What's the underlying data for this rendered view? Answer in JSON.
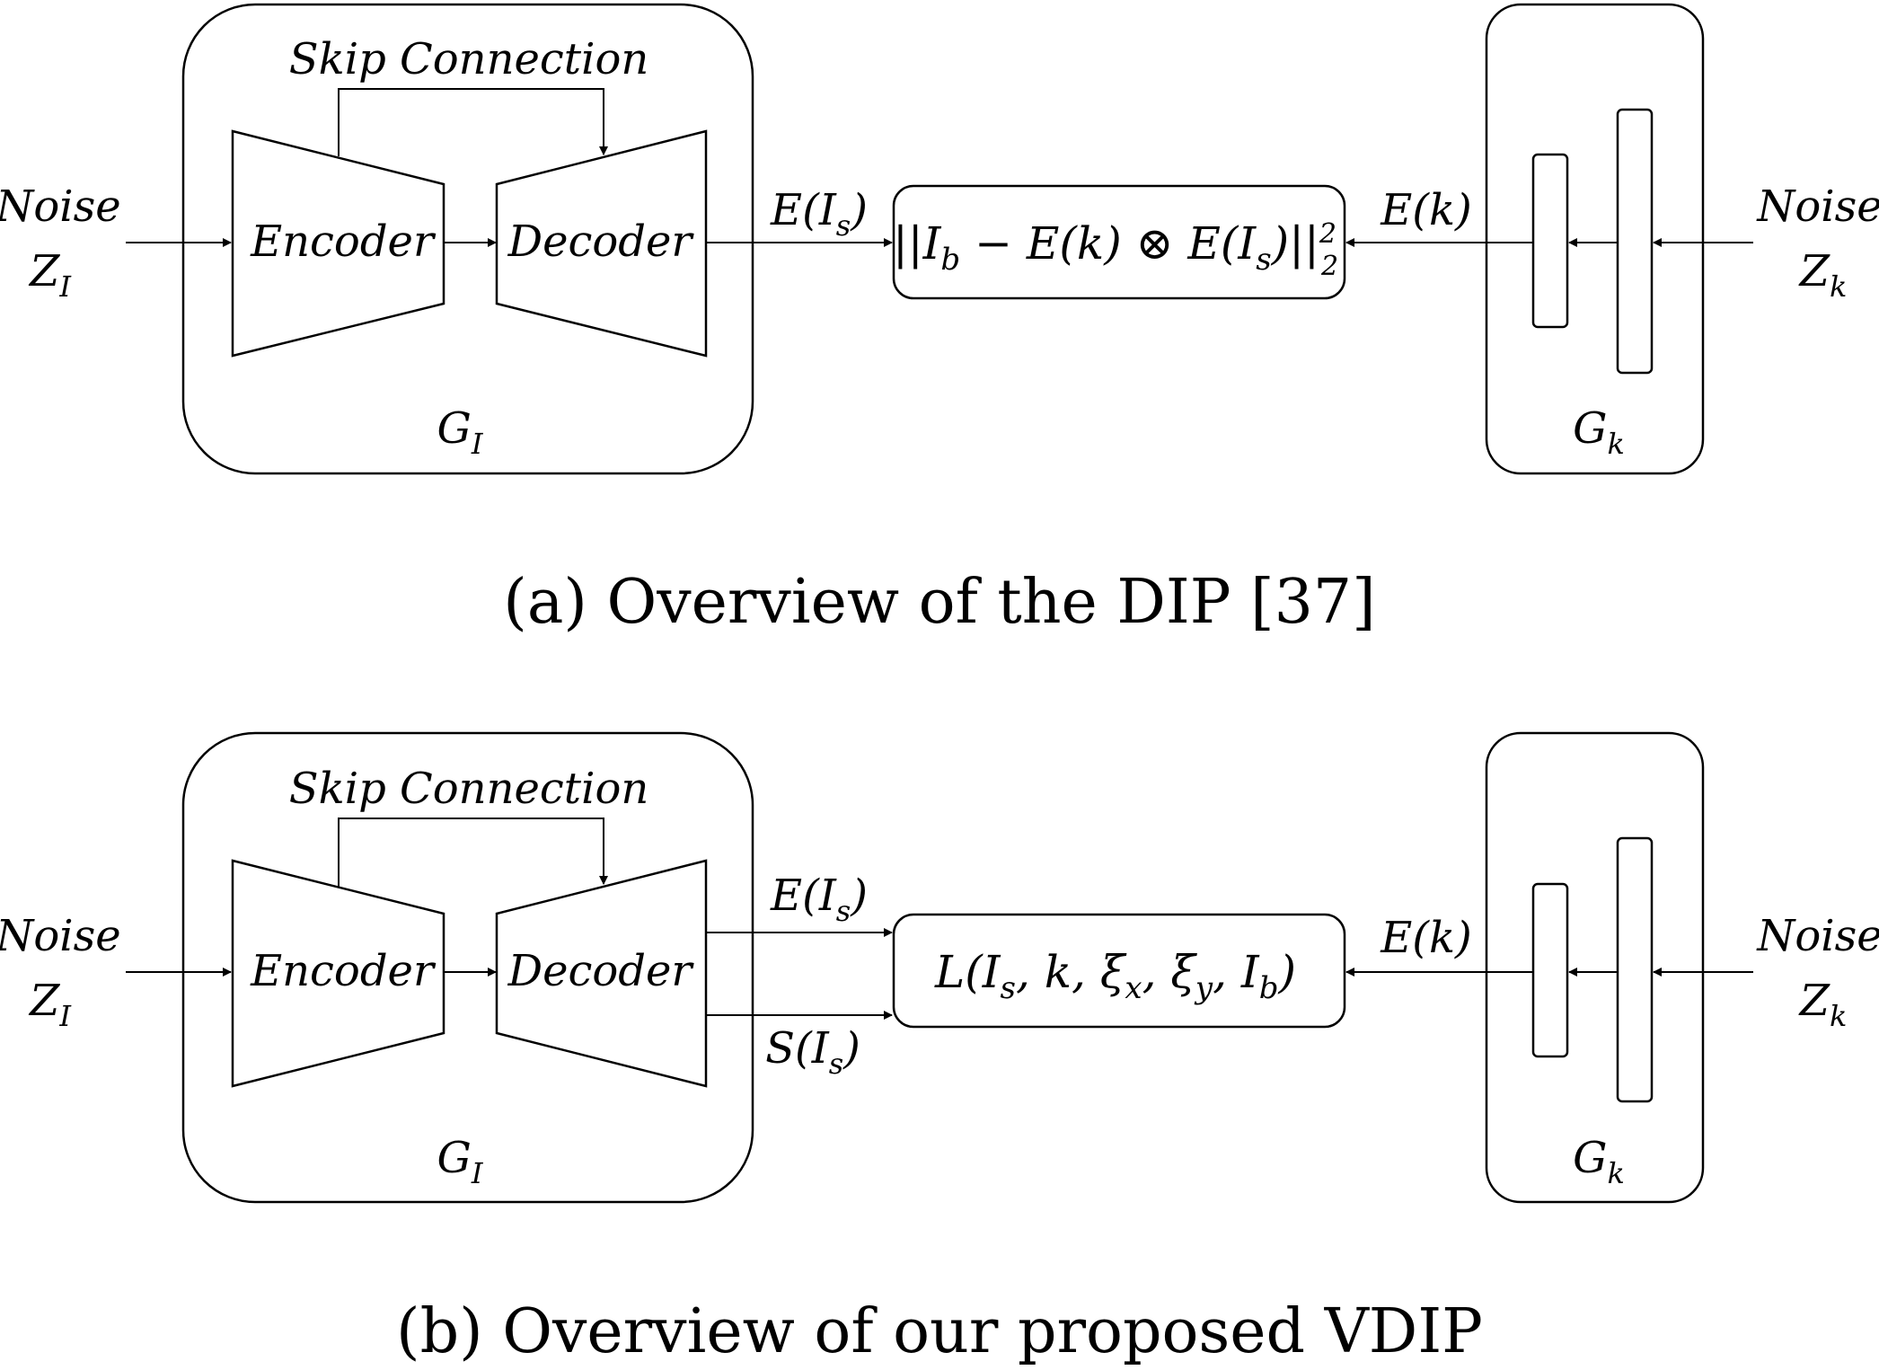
{
  "panel_a": {
    "noise_left": [
      "Noise",
      "Z",
      "I"
    ],
    "skip": "Skip Connection",
    "encoder": "Encoder",
    "decoder": "Decoder",
    "gen_image": [
      "G",
      "I"
    ],
    "out_label": [
      "E(",
      "I",
      "s",
      ")"
    ],
    "loss_parts": [
      "||",
      "I",
      "b",
      " − ",
      "E",
      "(",
      "k",
      ")",
      " ⊗ ",
      "E",
      "(",
      "I",
      "s",
      ")",
      "||",
      "2",
      "2"
    ],
    "kernel_label": "E(k)",
    "gen_kernel": [
      "G",
      "k"
    ],
    "noise_right": [
      "Noise",
      "Z",
      "k"
    ],
    "caption": "(a) Overview of the DIP [37]"
  },
  "panel_b": {
    "noise_left": [
      "Noise",
      "Z",
      "I"
    ],
    "skip": "Skip Connection",
    "encoder": "Encoder",
    "decoder": "Decoder",
    "gen_image": [
      "G",
      "I"
    ],
    "out_label_top": [
      "E(",
      "I",
      "s",
      ")"
    ],
    "out_label_bottom": [
      "S(",
      "I",
      "s",
      ")"
    ],
    "loss_parts": [
      "L(",
      "I",
      "s",
      ", k, ",
      "ξ",
      "x",
      ", ",
      "ξ",
      "y",
      ", ",
      "I",
      "b",
      ")"
    ],
    "kernel_label": "E(k)",
    "gen_kernel": [
      "G",
      "k"
    ],
    "noise_right": [
      "Noise",
      "Z",
      "k"
    ],
    "caption": "(b) Overview of our proposed VDIP"
  }
}
